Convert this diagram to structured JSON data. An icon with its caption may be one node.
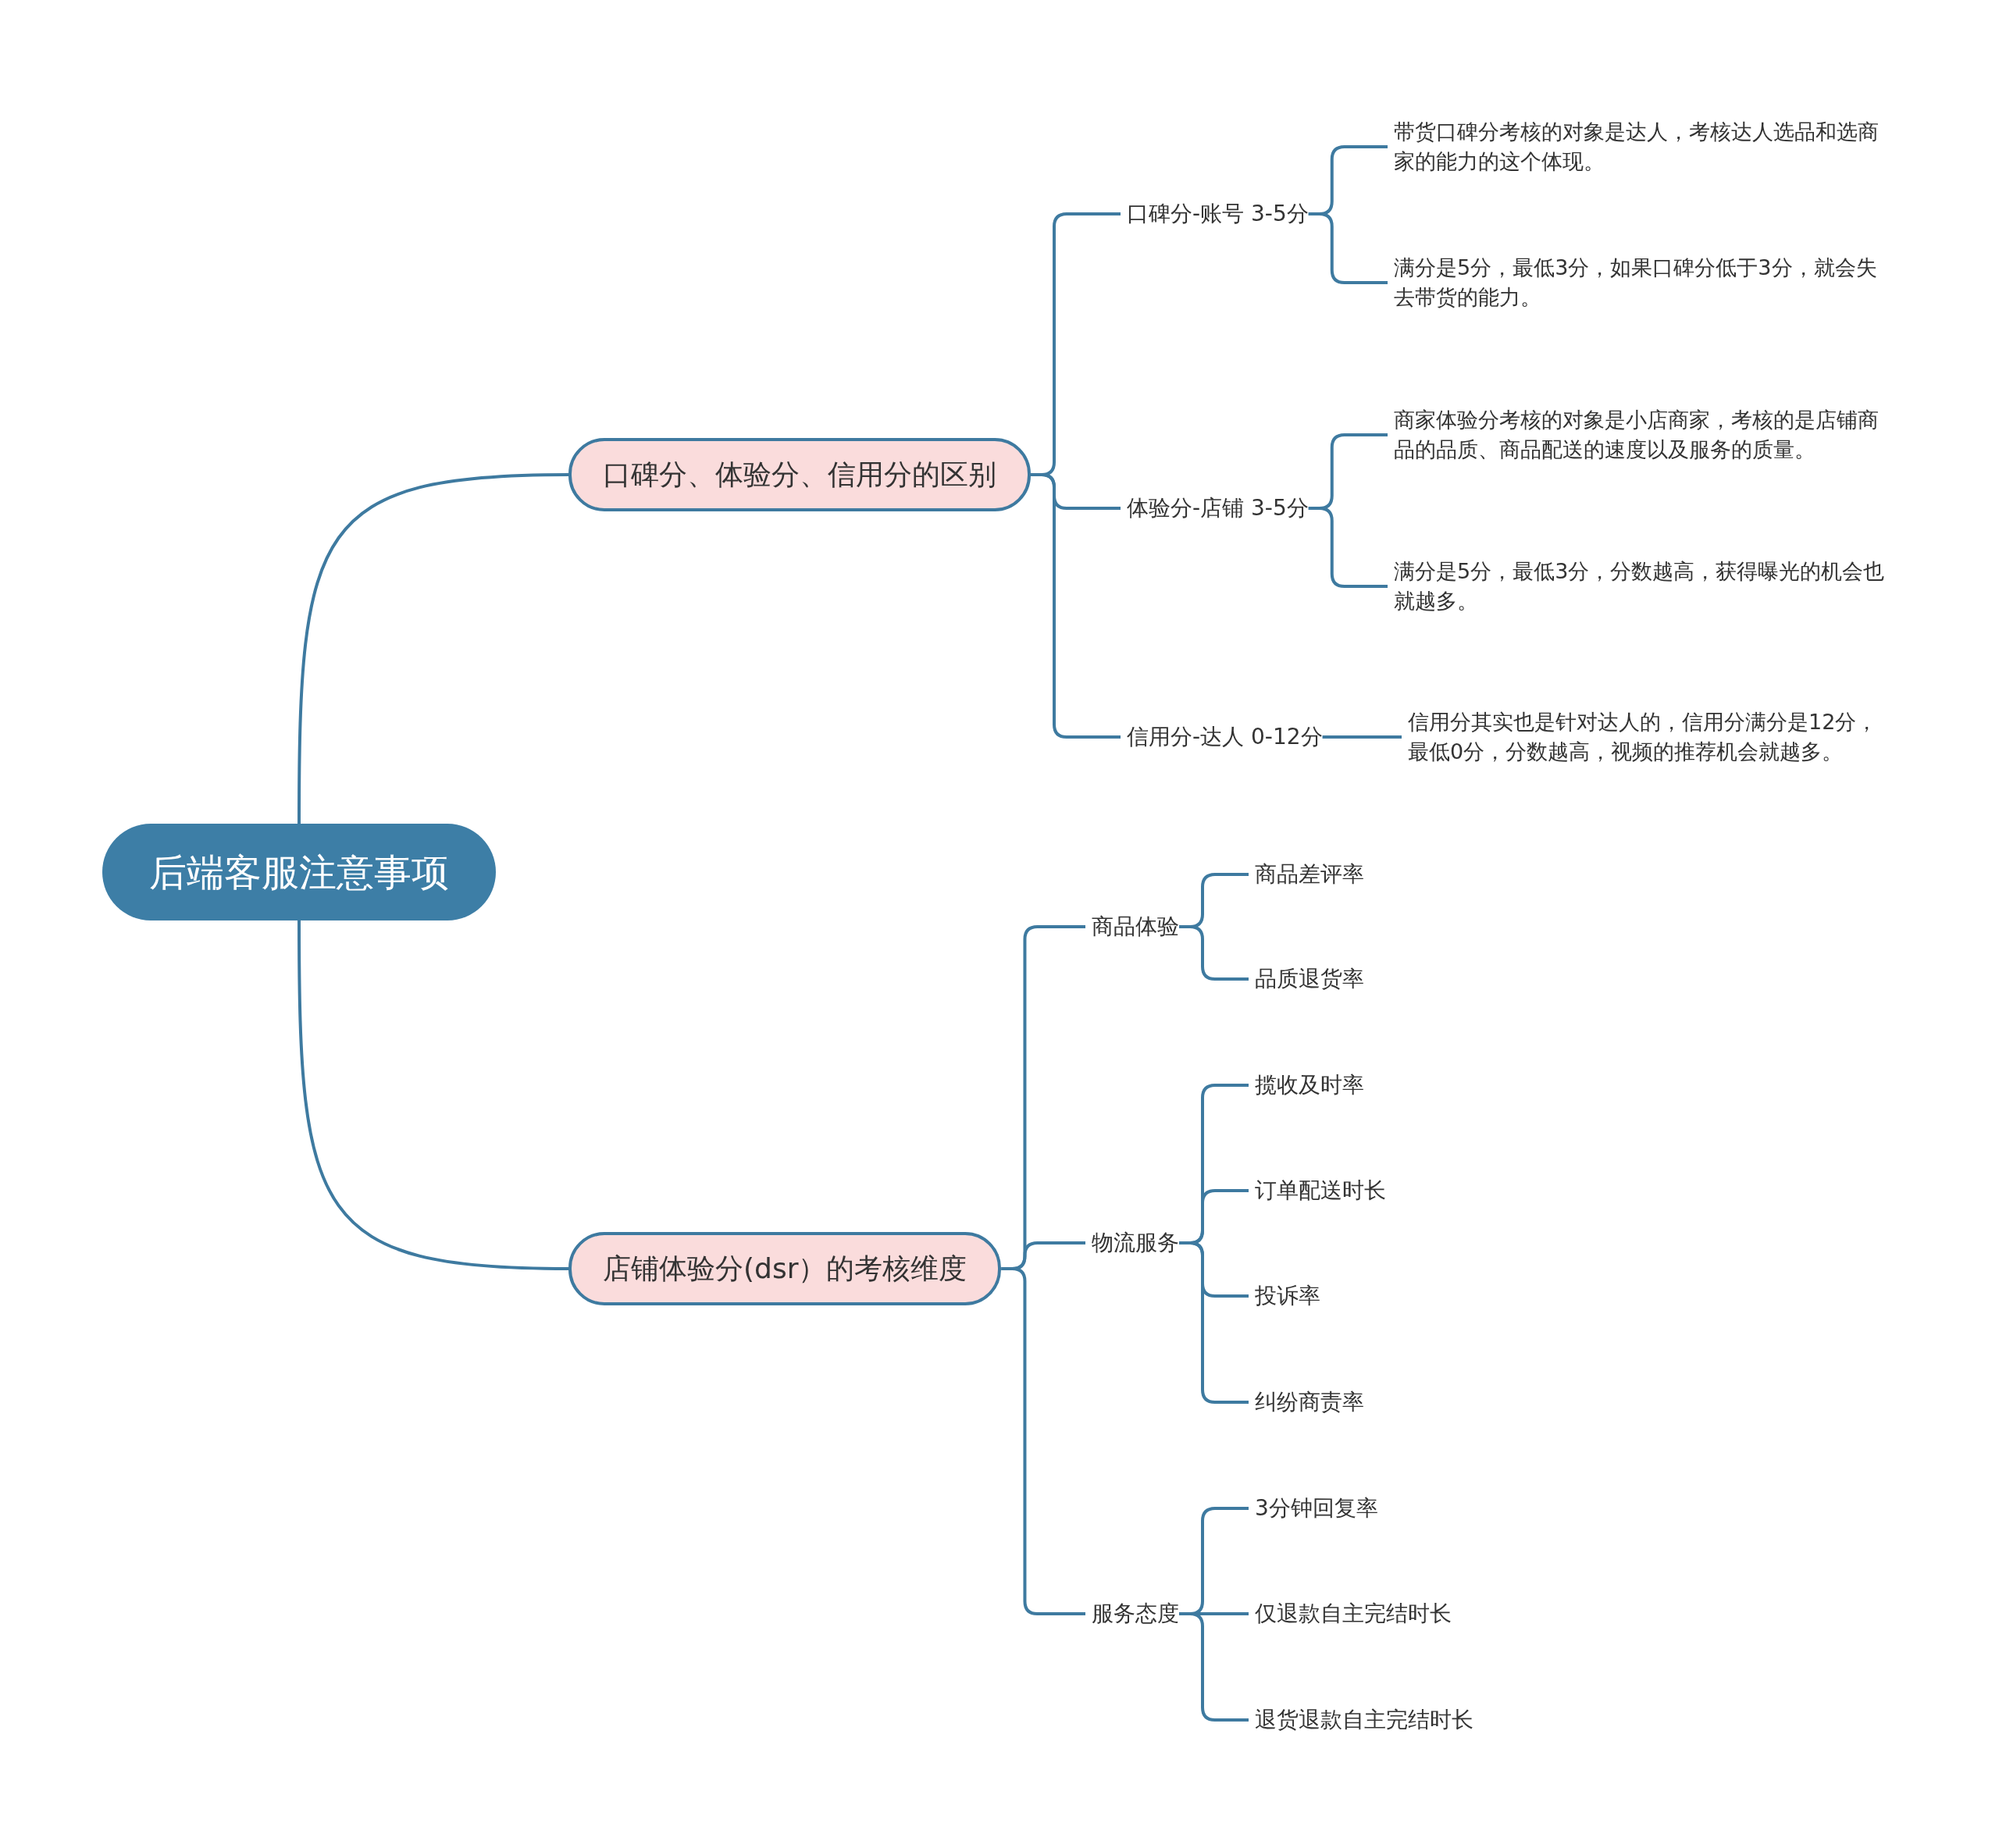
{
  "diagram": {
    "nodes": [
      {
        "text": [
          "后端客服注意事项"
        ]
      },
      {
        "text": [
          "口碑分、体验分、信用分的区别"
        ]
      },
      {
        "text": [
          "口碑分-账号 3-5分"
        ]
      },
      {
        "text": [
          "带货口碑分考核的对象是达人，考核达人选品和选商家的能力的这个体现。"
        ]
      },
      {
        "text": [
          "满分是5分，最低3分，如果口碑分低于3分，就会失去带货的能力。"
        ]
      },
      {
        "text": [
          "体验分-店铺 3-5分"
        ]
      },
      {
        "text": [
          "商家体验分考核的对象是小店商家，考核的是店铺商品的品质、商品配送的速度以及服务的质量。"
        ]
      },
      {
        "text": [
          "满分是5分，最低3分，分数越高，获得曝光的机会也就越多。"
        ]
      },
      {
        "text": [
          "信用分-达人 0-12分"
        ]
      },
      {
        "text": [
          "信用分其实也是针对达人的，信用分满分是12分，最低0分，分数越高，视频的推荐机会就越多。"
        ]
      },
      {
        "text": [
          "店铺体验分(dsr）的考核维度"
        ]
      },
      {
        "text": [
          "商品体验"
        ]
      },
      {
        "text": [
          "商品差评率"
        ]
      },
      {
        "text": [
          "品质退货率"
        ]
      },
      {
        "text": [
          "物流服务"
        ]
      },
      {
        "text": [
          "揽收及时率"
        ]
      },
      {
        "text": [
          "订单配送时长"
        ]
      },
      {
        "text": [
          "投诉率"
        ]
      },
      {
        "text": [
          "纠纷商责率"
        ]
      },
      {
        "text": [
          "服务态度"
        ]
      },
      {
        "text": [
          "3分钟回复率"
        ]
      },
      {
        "text": [
          "仅退款自主完结时长"
        ]
      },
      {
        "text": [
          "退货退款自主完结时长"
        ]
      }
    ],
    "edges": [
      {
        "from": 0,
        "to": 1,
        "arrow": "none"
      },
      {
        "from": 1,
        "to": 2,
        "arrow": "none"
      },
      {
        "from": 2,
        "to": 3,
        "arrow": "none"
      },
      {
        "from": 2,
        "to": 4,
        "arrow": "none"
      },
      {
        "from": 1,
        "to": 5,
        "arrow": "none"
      },
      {
        "from": 5,
        "to": 6,
        "arrow": "none"
      },
      {
        "from": 5,
        "to": 7,
        "arrow": "none"
      },
      {
        "from": 1,
        "to": 8,
        "arrow": "none"
      },
      {
        "from": 8,
        "to": 9,
        "arrow": "none"
      },
      {
        "from": 0,
        "to": 10,
        "arrow": "none"
      },
      {
        "from": 10,
        "to": 11,
        "arrow": "none"
      },
      {
        "from": 11,
        "to": 12,
        "arrow": "none"
      },
      {
        "from": 11,
        "to": 13,
        "arrow": "none"
      },
      {
        "from": 10,
        "to": 14,
        "arrow": "none"
      },
      {
        "from": 14,
        "to": 15,
        "arrow": "none"
      },
      {
        "from": 14,
        "to": 16,
        "arrow": "none"
      },
      {
        "from": 14,
        "to": 17,
        "arrow": "none"
      },
      {
        "from": 14,
        "to": 18,
        "arrow": "none"
      },
      {
        "from": 10,
        "to": 19,
        "arrow": "none"
      },
      {
        "from": 19,
        "to": 20,
        "arrow": "none"
      },
      {
        "from": 19,
        "to": 21,
        "arrow": "none"
      },
      {
        "from": 19,
        "to": 22,
        "arrow": "none"
      }
    ]
  }
}
